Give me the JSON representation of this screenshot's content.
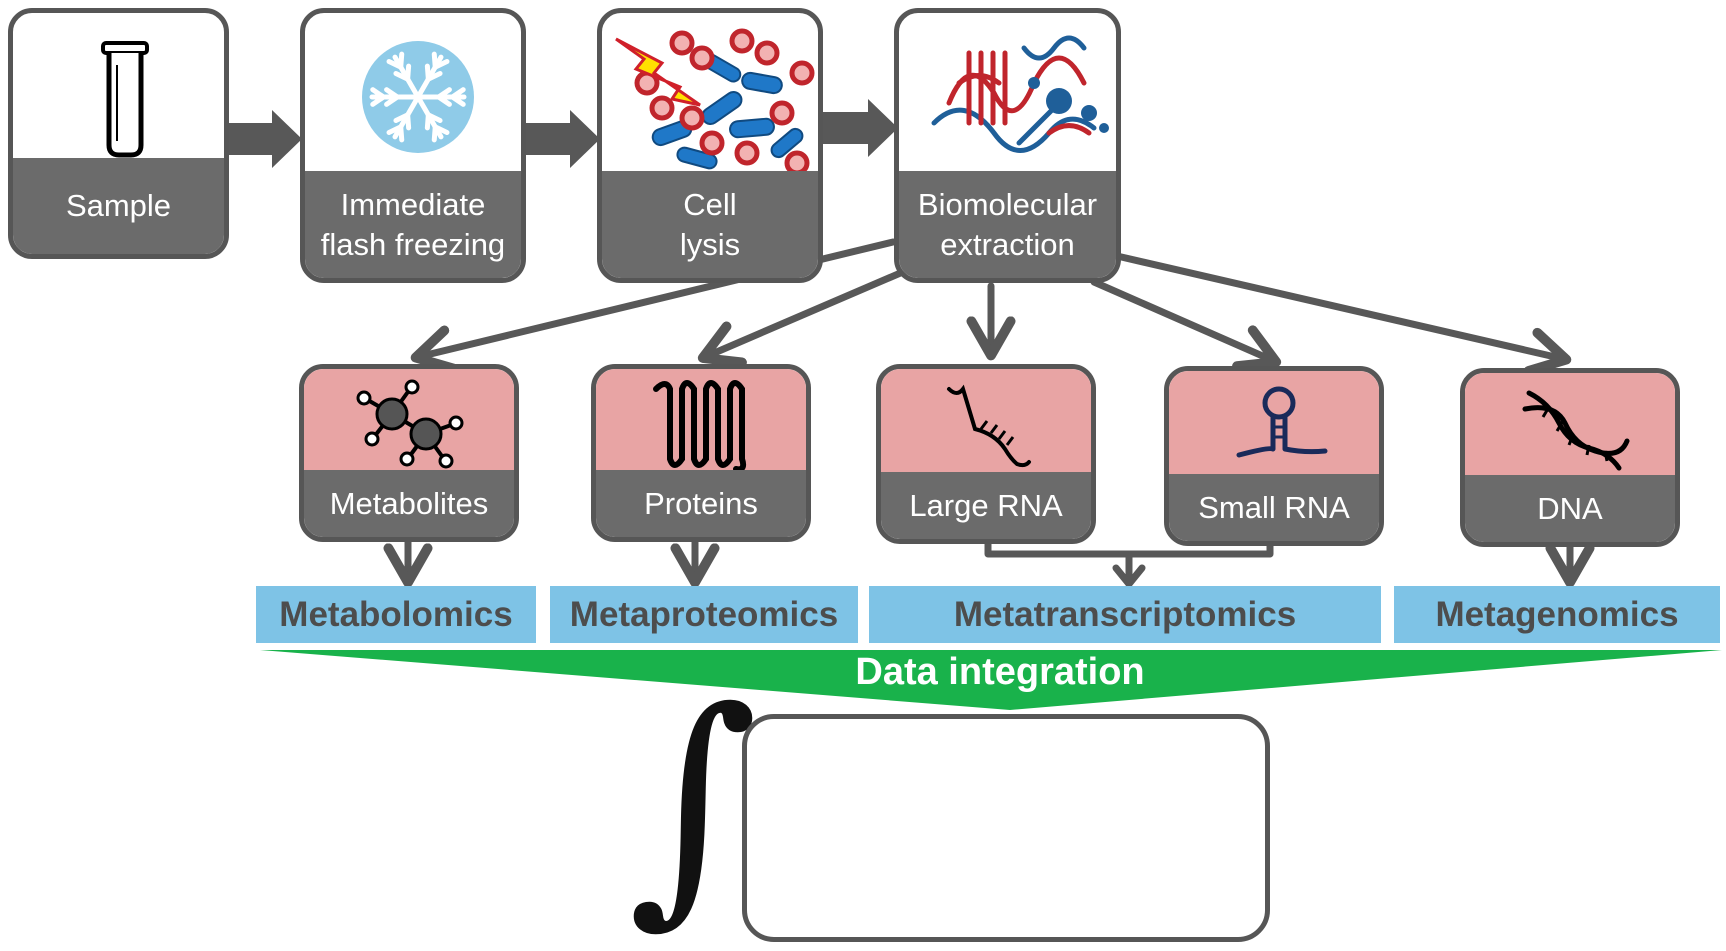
{
  "steps": [
    {
      "id": "sample",
      "label": "Sample",
      "icon": "sample-tube-icon"
    },
    {
      "id": "freeze",
      "label": "Immediate flash freezing",
      "icon": "snowflake-icon"
    },
    {
      "id": "lysis",
      "label": "Cell lysis",
      "icon": "cell-lysis-icon"
    },
    {
      "id": "extraction",
      "label": "Biomolecular extraction",
      "icon": "biomolecules-icon"
    }
  ],
  "molecules": [
    {
      "id": "metabolites",
      "label": "Metabolites",
      "icon": "metabolite-molecule-icon"
    },
    {
      "id": "proteins",
      "label": "Proteins",
      "icon": "protein-helix-icon"
    },
    {
      "id": "large_rna",
      "label": "Large RNA",
      "icon": "large-rna-icon"
    },
    {
      "id": "small_rna",
      "label": "Small RNA",
      "icon": "small-rna-hairpin-icon"
    },
    {
      "id": "dna",
      "label": "DNA",
      "icon": "dna-double-helix-icon"
    }
  ],
  "omics": [
    {
      "id": "metabolomics",
      "label": "Metabolomics"
    },
    {
      "id": "metaproteomics",
      "label": "Metaproteomics"
    },
    {
      "id": "metatranscriptomics",
      "label": "Metatranscriptomics"
    },
    {
      "id": "metagenomics",
      "label": "Metagenomics"
    }
  ],
  "integration": {
    "label": "Data integration",
    "symbol": "∫",
    "plots": [
      {
        "name": "blue-circular-plot-icon",
        "color": "#1f5f99"
      },
      {
        "name": "red-circular-plot-icon",
        "color": "#c0252c"
      }
    ]
  },
  "colors": {
    "card_border": "#565656",
    "card_footer": "#6b6b6b",
    "molecule_header": "#e8a4a4",
    "omics_fill": "#7ec3e6",
    "omics_text": "#4d4d4d",
    "integration_green": "#19b24b",
    "arrow": "#585858"
  }
}
